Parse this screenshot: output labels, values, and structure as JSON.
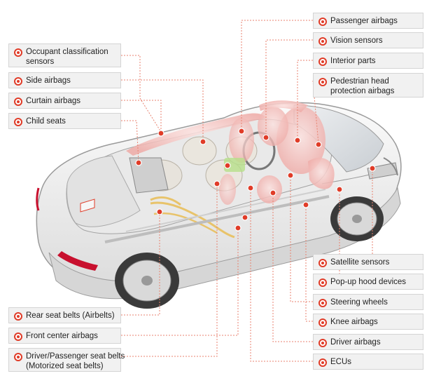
{
  "left_labels": [
    {
      "id": "occupant",
      "text": "Occupant classification\nsensors"
    },
    {
      "id": "side",
      "text": "Side airbags"
    },
    {
      "id": "curtain",
      "text": "Curtain airbags"
    },
    {
      "id": "child",
      "text": "Child seats"
    },
    {
      "id": "rearbelt",
      "text": "Rear seat belts (Airbelts)"
    },
    {
      "id": "frontcenter",
      "text": "Front center airbags"
    },
    {
      "id": "motorized",
      "text": "Driver/Passenger seat belts\n(Motorized seat belts)"
    }
  ],
  "right_labels": [
    {
      "id": "passenger",
      "text": "Passenger airbags"
    },
    {
      "id": "vision",
      "text": "Vision sensors"
    },
    {
      "id": "interior",
      "text": "Interior parts"
    },
    {
      "id": "pedestrian",
      "text": "Pedestrian head\nprotection airbags"
    },
    {
      "id": "satellite",
      "text": "Satellite sensors"
    },
    {
      "id": "popup",
      "text": "Pop-up hood devices"
    },
    {
      "id": "steering",
      "text": "Steering wheels"
    },
    {
      "id": "knee",
      "text": "Knee airbags"
    },
    {
      "id": "driver",
      "text": "Driver airbags"
    },
    {
      "id": "ecus",
      "text": "ECUs"
    }
  ],
  "colors": {
    "accent": "#e03c28",
    "leader": "#e8826f",
    "airbag": "#f3c3c0",
    "label_bg": "#f1f1f1"
  }
}
